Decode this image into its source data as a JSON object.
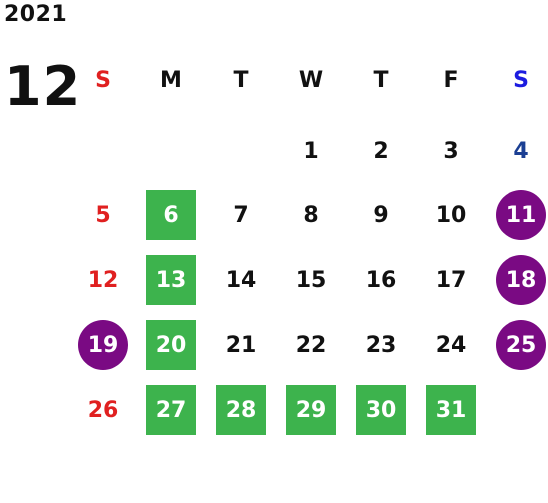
{
  "year": "2021",
  "month": "12",
  "weekdays": [
    "S",
    "M",
    "T",
    "W",
    "T",
    "F",
    "S"
  ],
  "weeks": [
    [
      {
        "day": ""
      },
      {
        "day": ""
      },
      {
        "day": ""
      },
      {
        "day": "1"
      },
      {
        "day": "2"
      },
      {
        "day": "3"
      },
      {
        "day": "4"
      }
    ],
    [
      {
        "day": "5"
      },
      {
        "day": "6",
        "mark": "green"
      },
      {
        "day": "7"
      },
      {
        "day": "8"
      },
      {
        "day": "9"
      },
      {
        "day": "10"
      },
      {
        "day": "11",
        "mark": "purple"
      }
    ],
    [
      {
        "day": "12"
      },
      {
        "day": "13",
        "mark": "green"
      },
      {
        "day": "14"
      },
      {
        "day": "15"
      },
      {
        "day": "16"
      },
      {
        "day": "17"
      },
      {
        "day": "18",
        "mark": "purple"
      }
    ],
    [
      {
        "day": "19",
        "mark": "purple"
      },
      {
        "day": "20",
        "mark": "green"
      },
      {
        "day": "21"
      },
      {
        "day": "22"
      },
      {
        "day": "23"
      },
      {
        "day": "24"
      },
      {
        "day": "25",
        "mark": "purple"
      }
    ],
    [
      {
        "day": "26"
      },
      {
        "day": "27",
        "mark": "green"
      },
      {
        "day": "28",
        "mark": "green"
      },
      {
        "day": "29",
        "mark": "green"
      },
      {
        "day": "30",
        "mark": "green"
      },
      {
        "day": "31",
        "mark": "green"
      },
      {
        "day": ""
      }
    ]
  ],
  "colors": {
    "green": "#3db34d",
    "purple": "#7a0a83",
    "sunday_text": "#e02020",
    "saturday_text": "#1b3f93",
    "saturday_header": "#1c1ce0",
    "text": "#111111"
  }
}
